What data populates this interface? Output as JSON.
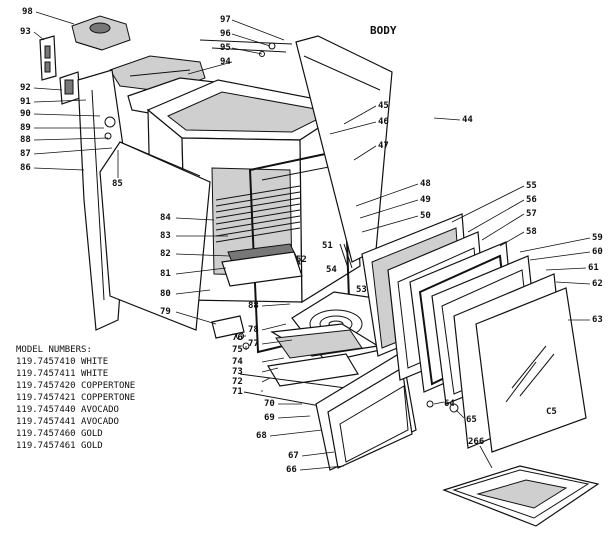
{
  "title": "BODY",
  "section_code": "C5",
  "model_numbers": {
    "heading": "MODEL NUMBERS:",
    "lines": [
      "119.7457410 WHITE",
      "119.7457411 WHITE",
      "119.7457420 COPPERTONE",
      "119.7457421 COPPERTONE",
      "119.7457440 AVOCADO",
      "119.7457441 AVOCADO",
      "119.7457460 GOLD",
      "119.7457461 GOLD"
    ]
  },
  "part_labels": [
    "98",
    "93",
    "97",
    "96",
    "95",
    "94",
    "92",
    "91",
    "90",
    "89",
    "88",
    "87",
    "86",
    "85",
    "45",
    "46",
    "44",
    "47",
    "48",
    "49",
    "50",
    "55",
    "56",
    "57",
    "58",
    "59",
    "60",
    "61",
    "62",
    "63",
    "84",
    "83",
    "82",
    "81",
    "80",
    "79",
    "51",
    "54",
    "52",
    "53",
    "88",
    "78",
    "77",
    "76",
    "75",
    "74",
    "73",
    "72",
    "71",
    "70",
    "69",
    "68",
    "67",
    "66",
    "64",
    "65",
    "266"
  ]
}
